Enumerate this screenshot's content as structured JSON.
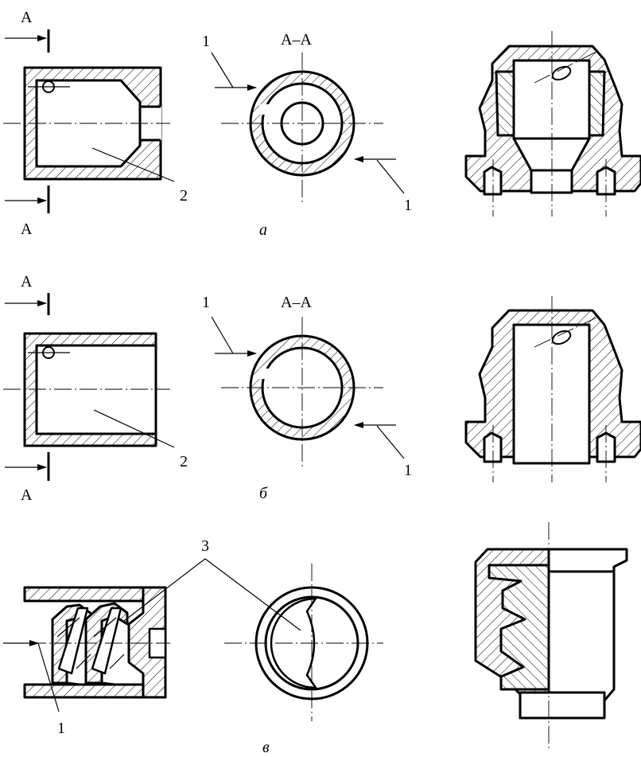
{
  "row_a": {
    "caption": "а",
    "section_label": "А–А",
    "cut_label_top": "А",
    "cut_label_bottom": "А",
    "callout_1_left": "1",
    "callout_1_right": "1",
    "callout_2": "2"
  },
  "row_b": {
    "caption": "б",
    "section_label": "А–А",
    "cut_label_top": "А",
    "cut_label_bottom": "А",
    "callout_1_left": "1",
    "callout_1_right": "1",
    "callout_2": "2"
  },
  "row_c": {
    "caption": "в",
    "callout_1": "1",
    "callout_3": "3"
  }
}
